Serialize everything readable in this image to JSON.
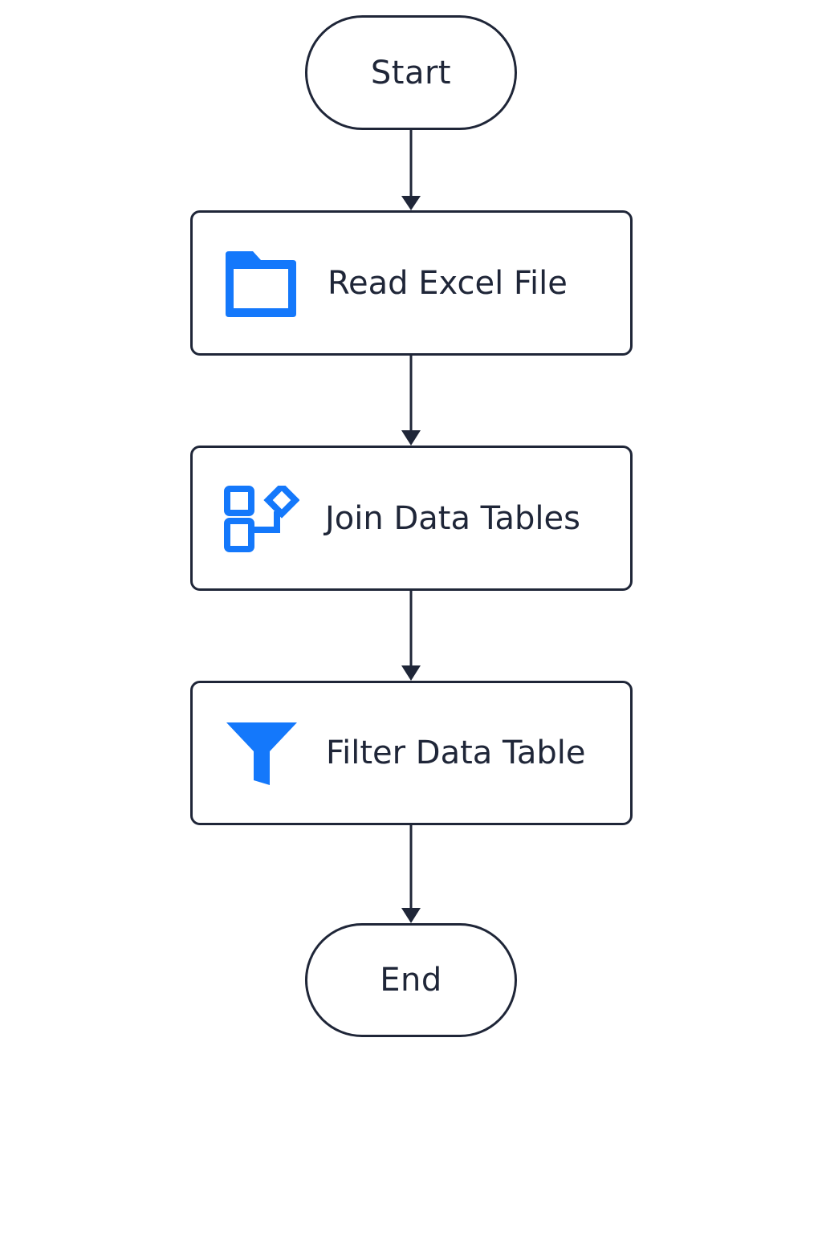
{
  "diagram": {
    "nodes": [
      {
        "id": "start",
        "type": "terminal",
        "label": "Start"
      },
      {
        "id": "read",
        "type": "process",
        "label": "Read Excel File",
        "icon": "folder-icon"
      },
      {
        "id": "join",
        "type": "process",
        "label": "Join Data Tables",
        "icon": "join-tables-icon"
      },
      {
        "id": "filter",
        "type": "process",
        "label": "Filter Data Table",
        "icon": "filter-funnel-icon"
      },
      {
        "id": "end",
        "type": "terminal",
        "label": "End"
      }
    ],
    "edges": [
      {
        "from": "start",
        "to": "read"
      },
      {
        "from": "read",
        "to": "join"
      },
      {
        "from": "join",
        "to": "filter"
      },
      {
        "from": "filter",
        "to": "end"
      }
    ]
  },
  "colors": {
    "stroke": "#1f2638",
    "icon_accent": "#1478fb",
    "background": "#ffffff"
  }
}
